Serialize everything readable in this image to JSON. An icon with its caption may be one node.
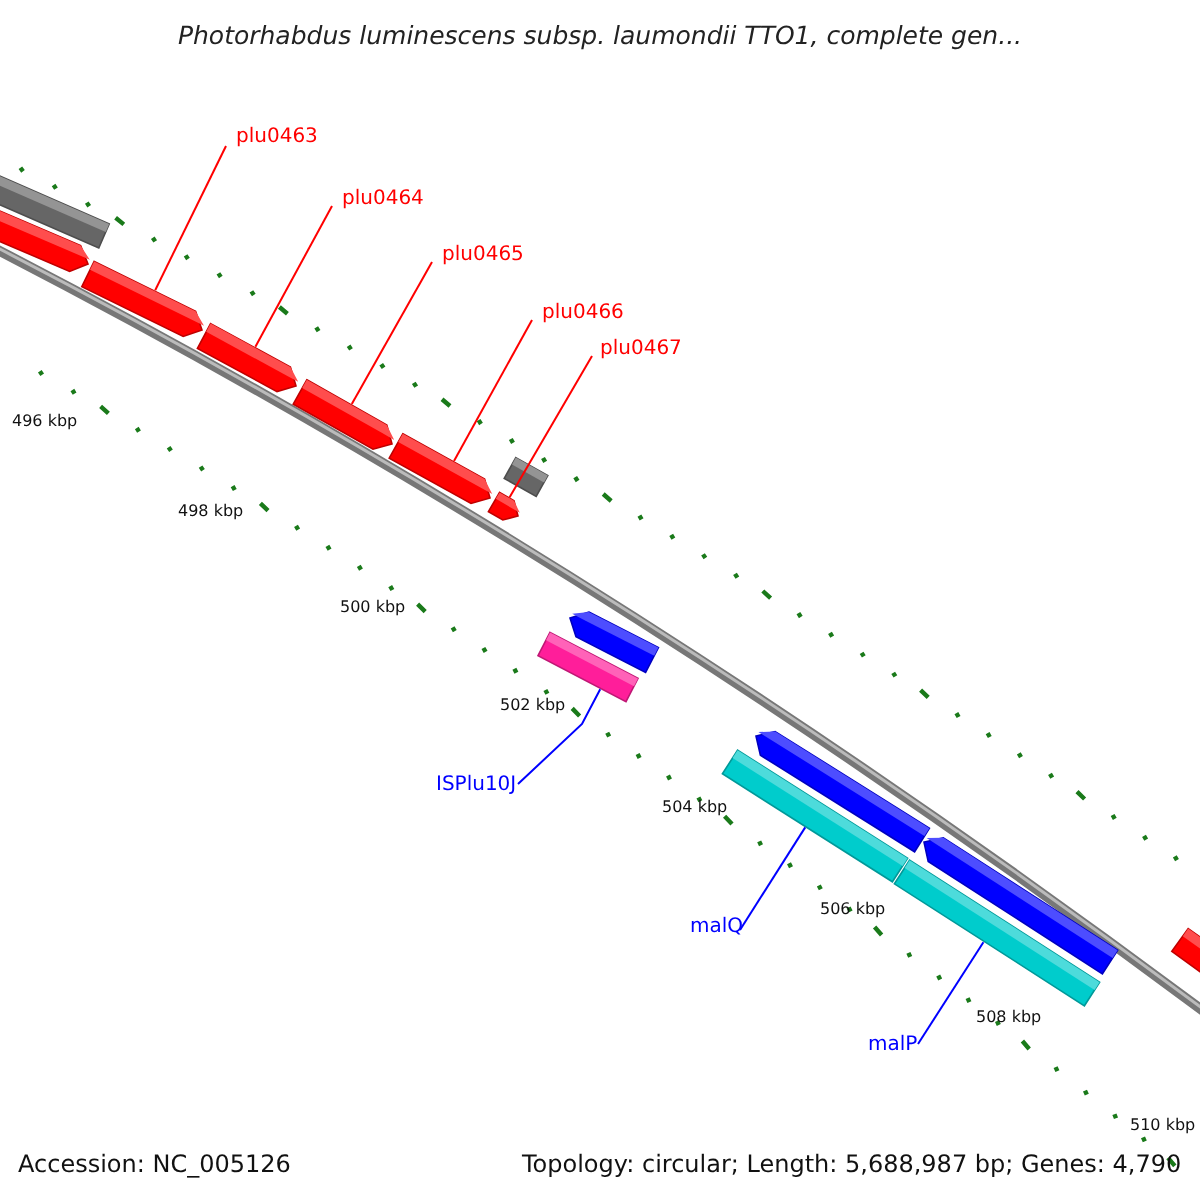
{
  "diagram": {
    "title": "Photorhabdus luminescens subsp. laumondii TTO1, complete gen...",
    "nodes": [
      {
        "text": [],
        "shape": "bar"
      },
      {
        "text": [],
        "shape": "bar"
      },
      {
        "text": [],
        "shape": "bar"
      },
      {
        "text": [],
        "shape": "bar"
      },
      {
        "text": [],
        "shape": "bar"
      },
      {
        "text": [],
        "shape": "bar"
      },
      {
        "text": [],
        "shape": "bar"
      },
      {
        "text": [],
        "shape": "bar"
      },
      {
        "text": [],
        "shape": "bar"
      },
      {
        "text": [],
        "shape": "bar"
      },
      {
        "text": [],
        "shape": "bar"
      },
      {
        "text": [],
        "shape": "bar"
      },
      {
        "text": [],
        "shape": "bar"
      },
      {
        "text": [],
        "shape": "bar"
      },
      {
        "text": [],
        "shape": "bar"
      },
      {
        "text": [
          "plu0463"
        ]
      },
      {
        "text": [
          "plu0464"
        ]
      },
      {
        "text": [
          "plu0465"
        ]
      },
      {
        "text": [
          "plu0466"
        ]
      },
      {
        "text": [
          "plu0467"
        ]
      },
      {
        "text": [
          "ISPlu10J"
        ]
      },
      {
        "text": [
          "malQ"
        ]
      },
      {
        "text": [
          "malP"
        ]
      }
    ],
    "edges": [
      {
        "from": 15,
        "to": 2,
        "arrow": "none"
      },
      {
        "from": 16,
        "to": 3,
        "arrow": "none"
      },
      {
        "from": 17,
        "to": 4,
        "arrow": "none"
      },
      {
        "from": 18,
        "to": 5,
        "arrow": "none"
      },
      {
        "from": 19,
        "to": 6,
        "arrow": "none"
      },
      {
        "from": 20,
        "to": 9,
        "arrow": "none",
        "color": "#0000ff"
      },
      {
        "from": 21,
        "to": 12,
        "arrow": "none",
        "color": "#0000ff"
      },
      {
        "from": 22,
        "to": 13,
        "arrow": "none",
        "color": "#0000ff"
      }
    ],
    "labels": [
      "496 kbp",
      "498 kbp",
      "500 kbp",
      "502 kbp",
      "504 kbp",
      "506 kbp",
      "508 kbp",
      "510 kbp",
      "Accession: NC_005126",
      "Topology: circular; Length: 5,688,987 bp; Genes: 4,790"
    ]
  }
}
